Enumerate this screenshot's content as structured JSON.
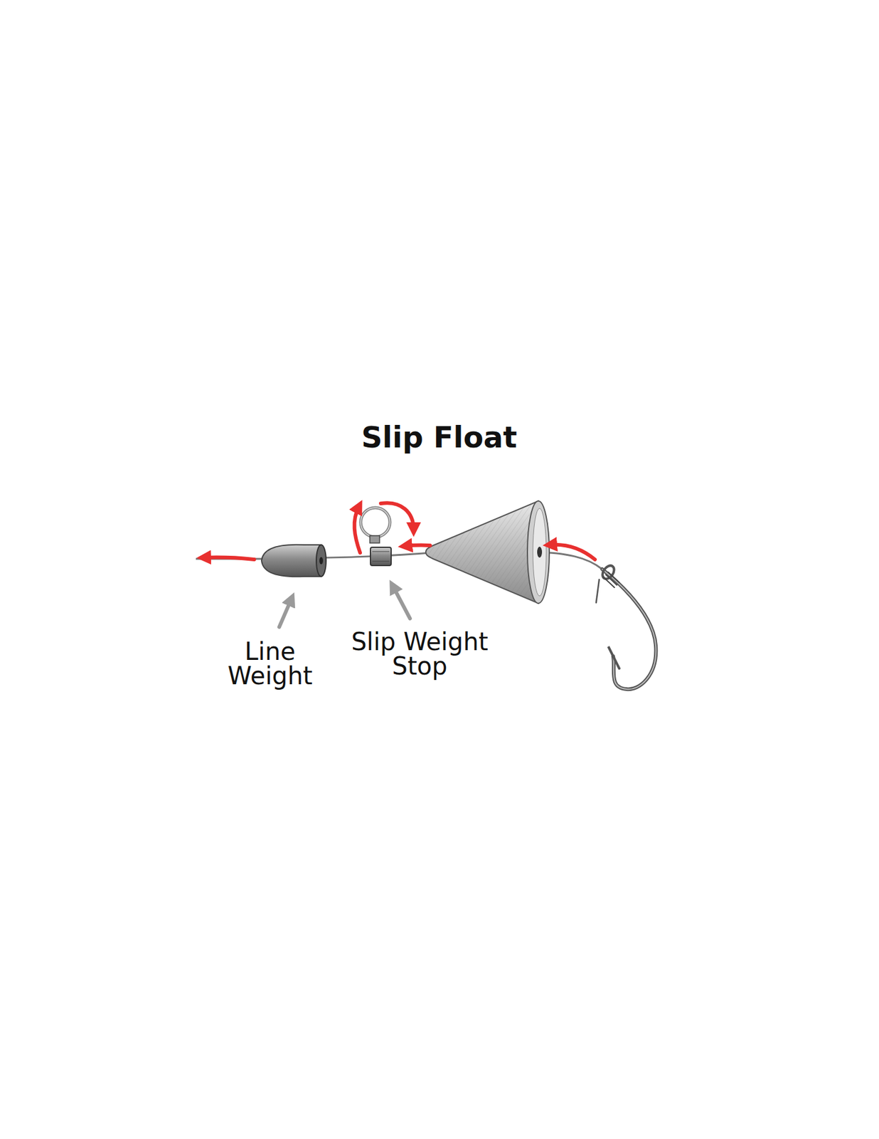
{
  "diagram": {
    "title": "Slip Float",
    "labels": [
      "Line Weight",
      "Slip Weight Stop"
    ]
  }
}
